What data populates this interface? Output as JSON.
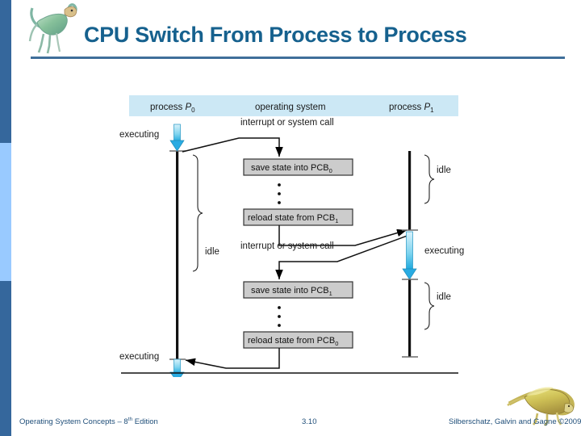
{
  "slide": {
    "title": "CPU Switch From Process to Process",
    "title_color": "#16618e",
    "rule_color": "#3f6f9a",
    "sidebar_dark_color": "#35679c",
    "sidebar_light_color": "#99caff"
  },
  "diagram": {
    "header_bar_color": "#cce8f5",
    "box_fill_color": "#cccccc",
    "arrow_color": "#29abe2",
    "columns": [
      {
        "label": "process P",
        "sub": "0"
      },
      {
        "label": "operating system",
        "sub": ""
      },
      {
        "label": "process P",
        "sub": "1"
      }
    ],
    "interrupt_label_top": "interrupt or system call",
    "interrupt_label_bottom": "interrupt or system call",
    "boxes": [
      {
        "text": "save state into PCB",
        "sub": "0"
      },
      {
        "text": "reload state from PCB",
        "sub": "1"
      },
      {
        "text": "save state into PCB",
        "sub": "1"
      },
      {
        "text": "reload state from PCB",
        "sub": "0"
      }
    ],
    "labels": {
      "p0_executing_top": "executing",
      "p0_idle": "idle",
      "p0_executing_bottom": "executing",
      "p1_idle_top": "idle",
      "p1_executing": "executing",
      "p1_idle_bottom": "idle"
    },
    "ellipsis": "•"
  },
  "footer": {
    "left_text_a": "Operating System Concepts ",
    "left_text_b": "– 8",
    "left_sup": "th",
    "left_text_c": " Edition",
    "page_number": "3.10",
    "credit": "Silberschatz, Galvin and Gagne ©2009"
  }
}
